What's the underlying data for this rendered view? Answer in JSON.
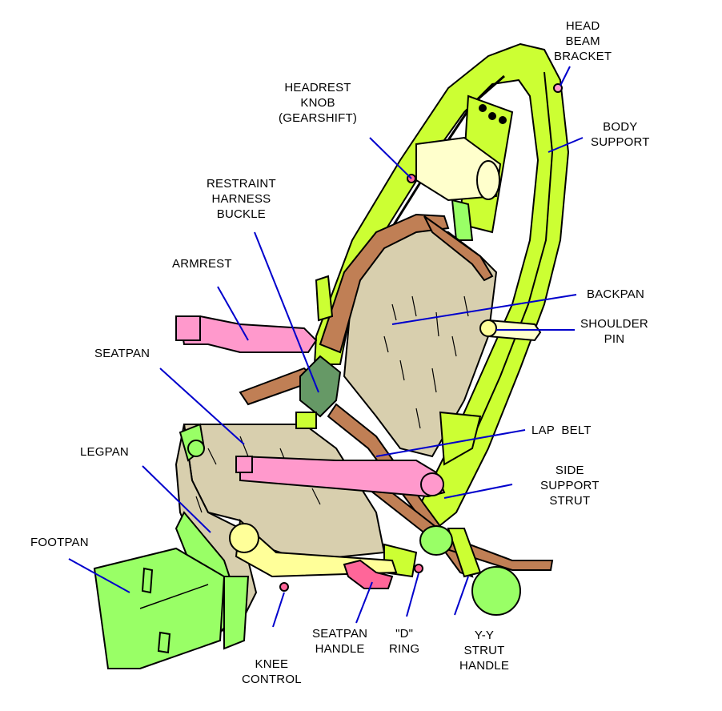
{
  "colors": {
    "frame": "#ccff33",
    "frame_dark": "#99cc00",
    "fabric": "#d8cfae",
    "pink": "#ff99cc",
    "strap": "#c07f55",
    "green": "#99ff66",
    "leader": "#0000cc",
    "outline": "#000000"
  },
  "labels": {
    "head_beam_bracket": [
      "HEAD",
      "BEAM",
      "BRACKET"
    ],
    "headrest_knob": [
      "HEADREST",
      "KNOB",
      "(GEARSHIFT)"
    ],
    "body_support": [
      "BODY",
      "SUPPORT"
    ],
    "restraint_harness_buckle": [
      "RESTRAINT",
      "HARNESS",
      "BUCKLE"
    ],
    "armrest": [
      "ARMREST"
    ],
    "backpan": [
      "BACKPAN"
    ],
    "shoulder_pin": [
      "SHOULDER",
      "PIN"
    ],
    "seatpan": [
      "SEATPAN"
    ],
    "lap_belt": [
      "LAP  BELT"
    ],
    "legpan": [
      "LEGPAN"
    ],
    "side_support_strut": [
      "SIDE",
      "SUPPORT",
      "STRUT"
    ],
    "footpan": [
      "FOOTPAN"
    ],
    "seatpan_handle": [
      "SEATPAN",
      "HANDLE"
    ],
    "d_ring": [
      "\"D\"",
      "RING"
    ],
    "yy_strut_handle": [
      "Y-Y",
      "STRUT",
      "HANDLE"
    ],
    "knee_control": [
      "KNEE",
      "CONTROL"
    ]
  }
}
